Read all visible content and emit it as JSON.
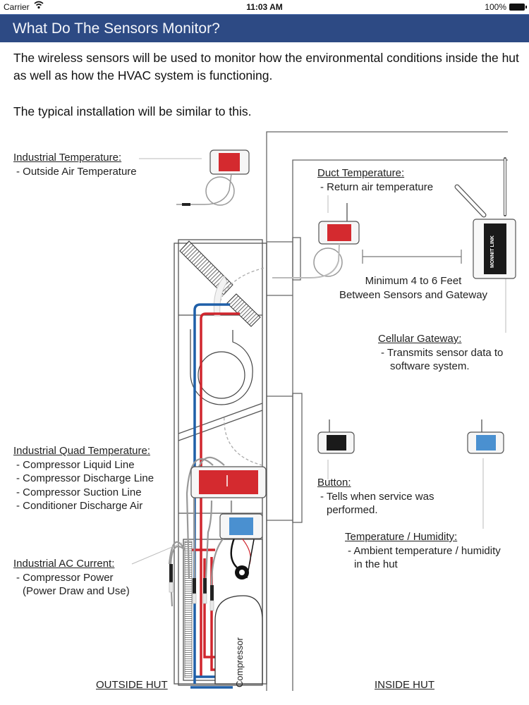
{
  "status_bar": {
    "carrier": "Carrier",
    "wifi_icon": "wifi-icon",
    "time": "11:03 AM",
    "battery_percent": "100%",
    "battery_level": 1.0
  },
  "nav": {
    "title": "What Do The Sensors Monitor?",
    "background_color": "#2d4a84"
  },
  "intro": {
    "paragraph_1": "The wireless sensors will be used to monitor how the environmental conditions inside the hut as well as how the HVAC system is functioning.",
    "paragraph_2": "The typical installation will be similar to this."
  },
  "diagram": {
    "labels": {
      "industrial_temperature": {
        "heading": "Industrial Temperature:",
        "items": [
          "- Outside Air Temperature"
        ]
      },
      "duct_temperature": {
        "heading": "Duct Temperature:",
        "items": [
          "- Return air temperature"
        ]
      },
      "distance_note": {
        "line_1": "Minimum 4 to 6 Feet",
        "line_2": "Between Sensors and Gateway"
      },
      "cellular_gateway": {
        "heading": "Cellular Gateway:",
        "items": [
          "- Transmits sensor data to",
          "software system."
        ]
      },
      "industrial_quad_temperature": {
        "heading": "Industrial Quad Temperature:",
        "items": [
          "- Compressor Liquid Line",
          "- Compressor Discharge Line",
          "- Compressor Suction Line",
          "- Conditioner Discharge Air"
        ]
      },
      "button": {
        "heading": "Button:",
        "items": [
          "- Tells when service was",
          "performed."
        ]
      },
      "temperature_humidity": {
        "heading": "Temperature / Humidity:",
        "items": [
          "- Ambient temperature / humidity",
          "in the hut"
        ]
      },
      "industrial_ac_current": {
        "heading": "Industrial AC Current:",
        "items": [
          "- Compressor Power",
          "(Power Draw and Use)"
        ]
      }
    },
    "compressor_label": "Compressor",
    "gateway_brand": "MONNIT LINK",
    "footer": {
      "outside": "OUTSIDE HUT",
      "inside": "INSIDE HUT"
    },
    "colors": {
      "hot_line": "#d0262e",
      "cold_line": "#1f5fa8",
      "sensor_red": "#d42a2f",
      "sensor_blue": "#4a90d0",
      "sensor_black": "#1a1a1a",
      "outline": "#555555"
    }
  }
}
